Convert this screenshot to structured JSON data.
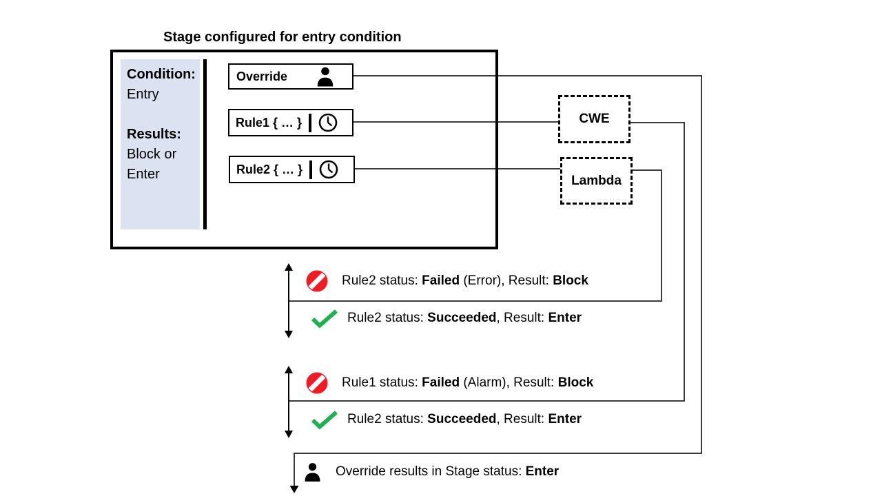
{
  "title": "Stage configured for entry condition",
  "condition_panel": {
    "condition_label": "Condition:",
    "condition_value": "Entry",
    "results_label": "Results:",
    "results_value_line1": "Block or",
    "results_value_line2": "Enter"
  },
  "stage_nodes": {
    "override_label": "Override",
    "rule1_label": "Rule1 { … }",
    "rule2_label": "Rule2 { … }"
  },
  "services": {
    "cwe_label": "CWE",
    "lambda_label": "Lambda"
  },
  "rows": [
    {
      "icon": "no-entry-icon",
      "s1": "Rule2 status: ",
      "b1": "Failed",
      "s2": " (Error), Result: ",
      "b2": "Block"
    },
    {
      "icon": "check-icon",
      "s1": "Rule2 status: ",
      "b1": "Succeeded",
      "s2": ", Result: ",
      "b2": "Enter"
    },
    {
      "icon": "no-entry-icon",
      "s1": "Rule1 status: ",
      "b1": "Failed",
      "s2": " (Alarm), Result: ",
      "b2": "Block"
    },
    {
      "icon": "check-icon",
      "s1": "Rule2 status: ",
      "b1": "Succeeded",
      "s2": ", Result: ",
      "b2": "Enter"
    },
    {
      "icon": "person-icon",
      "s1": "Override results in Stage status: ",
      "b1": "Enter",
      "s2": "",
      "b2": ""
    }
  ],
  "icons": {
    "override": "person-icon",
    "rule_timer": "clock-icon",
    "failed": "no-entry-icon",
    "succeeded": "check-icon",
    "override_result": "person-icon"
  },
  "colors": {
    "panel_bg": "#dbe3f2",
    "no_entry_red": "#ee1c25",
    "check_green": "#1eb053",
    "line": "#3b3b3b",
    "border": "#000000"
  }
}
